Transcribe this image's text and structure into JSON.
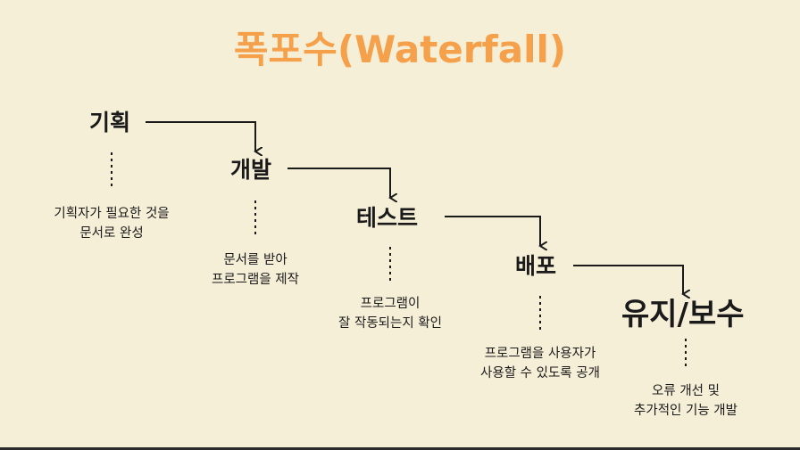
{
  "title": "폭포수(Waterfall)",
  "colors": {
    "title": "#f5a04a",
    "background": "#f6efd8",
    "text": "#1a1a1a",
    "line": "#1a1a1a"
  },
  "stages": [
    {
      "label": "기획",
      "desc": [
        "기획자가 필요한 것을",
        "문서로 완성"
      ]
    },
    {
      "label": "개발",
      "desc": [
        "문서를 받아",
        "프로그램을 제작"
      ]
    },
    {
      "label": "테스트",
      "desc": [
        "프로그램이",
        "잘 작동되는지 확인"
      ]
    },
    {
      "label": "배포",
      "desc": [
        "프로그램을 사용자가",
        "사용할 수 있도록 공개"
      ]
    },
    {
      "label": "유지/보수",
      "desc": [
        "오류 개선 및",
        "추가적인 기능 개발"
      ]
    }
  ]
}
